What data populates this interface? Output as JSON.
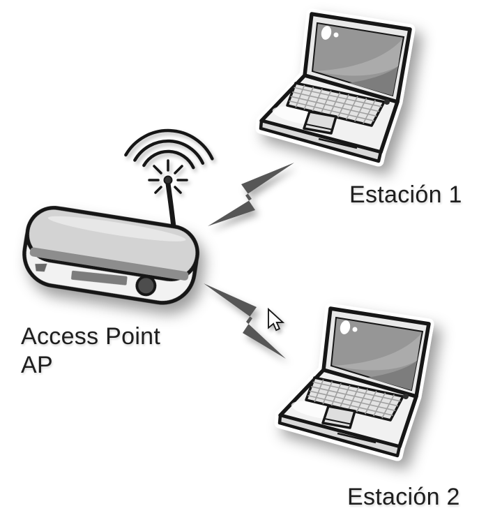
{
  "diagram": {
    "labels": {
      "access_point": {
        "line1": "Access Point",
        "line2": "AP"
      },
      "station1": "Estación 1",
      "station2": "Estación 2"
    },
    "connections": [
      {
        "from": "Access Point AP",
        "to": "Estación 1",
        "via": "lightning-bolt-icon"
      },
      {
        "from": "Access Point AP",
        "to": "Estación 2",
        "via": "lightning-bolt-icon"
      }
    ],
    "icons": {
      "access_point": "wireless-access-point-icon",
      "wifi": "wifi-waves-icon",
      "station": "laptop-icon",
      "link": "lightning-bolt-icon",
      "cursor": "mouse-cursor-icon"
    },
    "colors": {
      "background": "#ffffff",
      "outline": "#181818",
      "device_body": "#d3d3d3",
      "screen": "#969696",
      "bolt": "#575757",
      "text": "#1e1e1e"
    }
  }
}
